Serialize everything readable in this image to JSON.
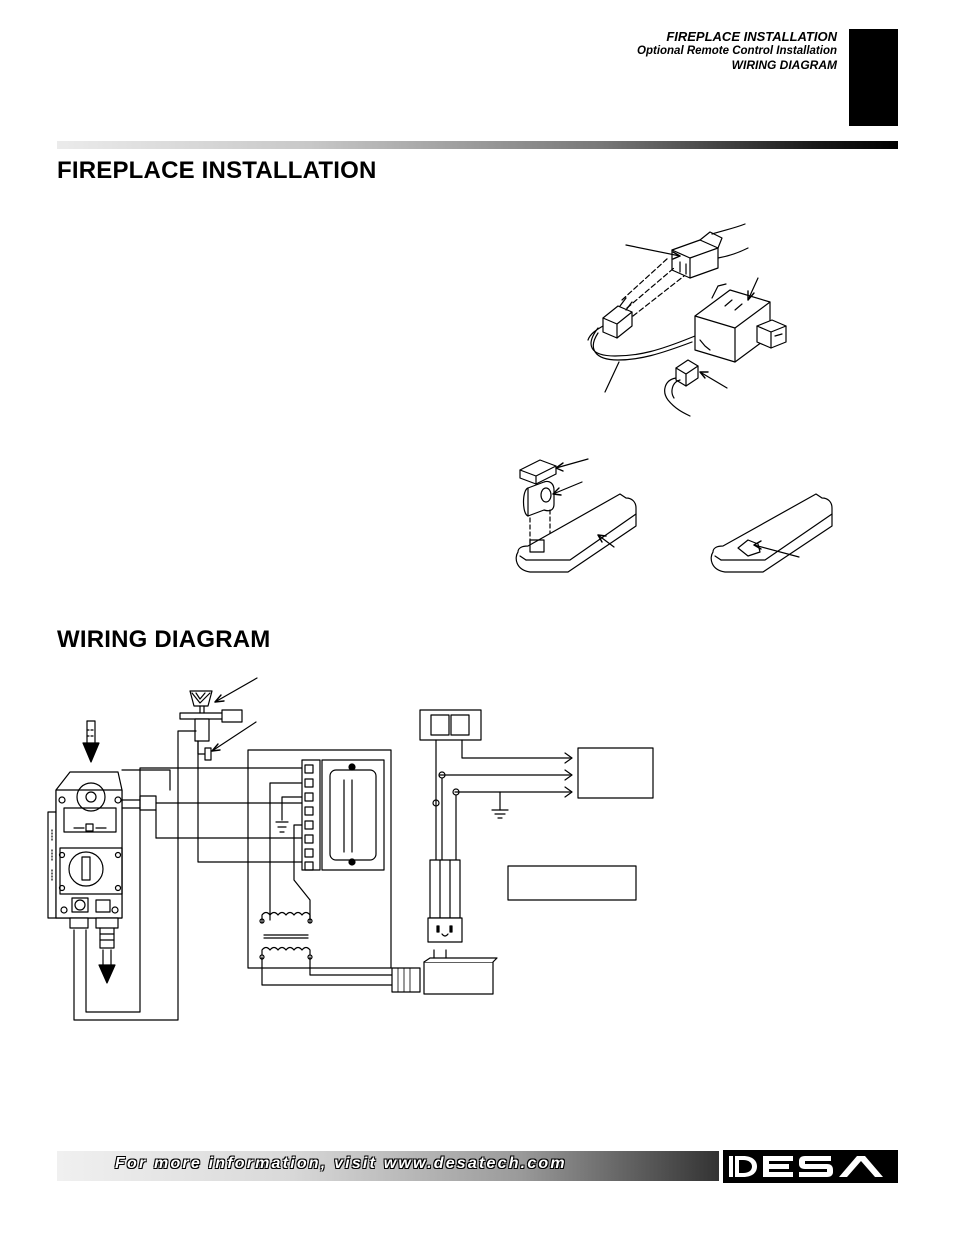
{
  "header": {
    "section": "FIREPLACE INSTALLATION",
    "subsection": "Optional Remote Control Installation",
    "subsection2": "WIRING DIAGRAM"
  },
  "titles": {
    "fireplace": "FIREPLACE INSTALLATION",
    "wiring": "WIRING DIAGRAM"
  },
  "footer": {
    "text": "For more information, visit www.desatech.com"
  },
  "logo": {
    "text": "DESA"
  }
}
